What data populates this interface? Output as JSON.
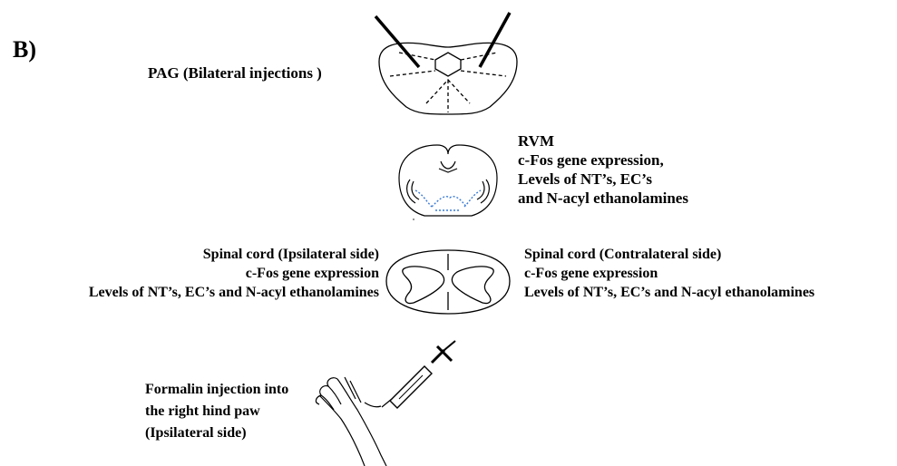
{
  "panel_label": "B)",
  "pag": {
    "label": "PAG (Bilateral injections )"
  },
  "rvm": {
    "lines": [
      "RVM",
      "c-Fos gene expression,",
      "Levels of NT’s, EC’s",
      "and  N-acyl ethanolamines"
    ]
  },
  "spinal_ipsi": {
    "lines": [
      "Spinal cord (Ipsilateral side)",
      "c-Fos gene expression",
      "Levels of NT’s, EC’s and  N-acyl ethanolamines"
    ]
  },
  "spinal_contra": {
    "lines": [
      "Spinal cord (Contralateral side)",
      "c-Fos gene expression",
      "Levels of NT’s, EC’s and  N-acyl ethanolamines"
    ]
  },
  "formalin": {
    "lines": [
      "Formalin  injection  into",
      "the right  hind  paw",
      "(Ipsilateral side)"
    ]
  },
  "colors": {
    "ink": "#000000",
    "label_dots": "#3a7bd5"
  }
}
